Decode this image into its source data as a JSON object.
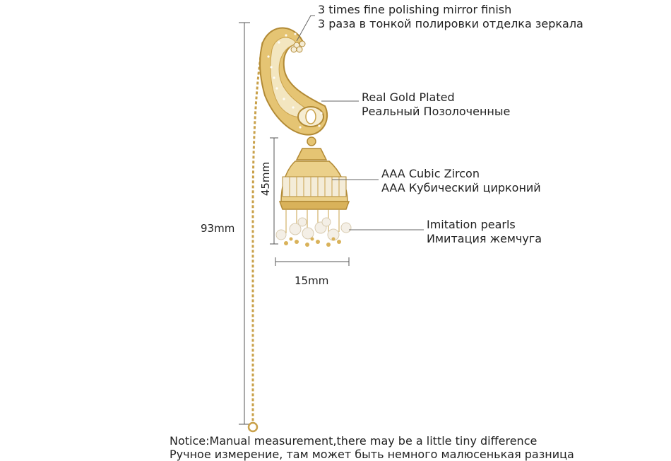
{
  "annotations": [
    {
      "en": "3 times fine polishing mirror finish",
      "ru": "3 раза в тонкой полировки отделка зеркала"
    },
    {
      "en": "Real Gold Plated",
      "ru": "Реальный Позолоченные"
    },
    {
      "en": "AAA Cubic Zircon",
      "ru": "AAA Кубический цирконий"
    },
    {
      "en": "Imitation pearls",
      "ru": "Имитация жемчуга"
    }
  ],
  "dimensions": {
    "total": "93mm",
    "pendant_height": "45mm",
    "pendant_width": "15mm"
  },
  "notice": {
    "en": "Notice:Manual measurement,there may be a little tiny difference",
    "ru": "Ручное измерение, там может быть немного малюсенькая разница"
  },
  "colors": {
    "gold": "#d9b25a",
    "gold_dark": "#b28a35",
    "pearl": "#f4efe6",
    "line": "#555555"
  }
}
